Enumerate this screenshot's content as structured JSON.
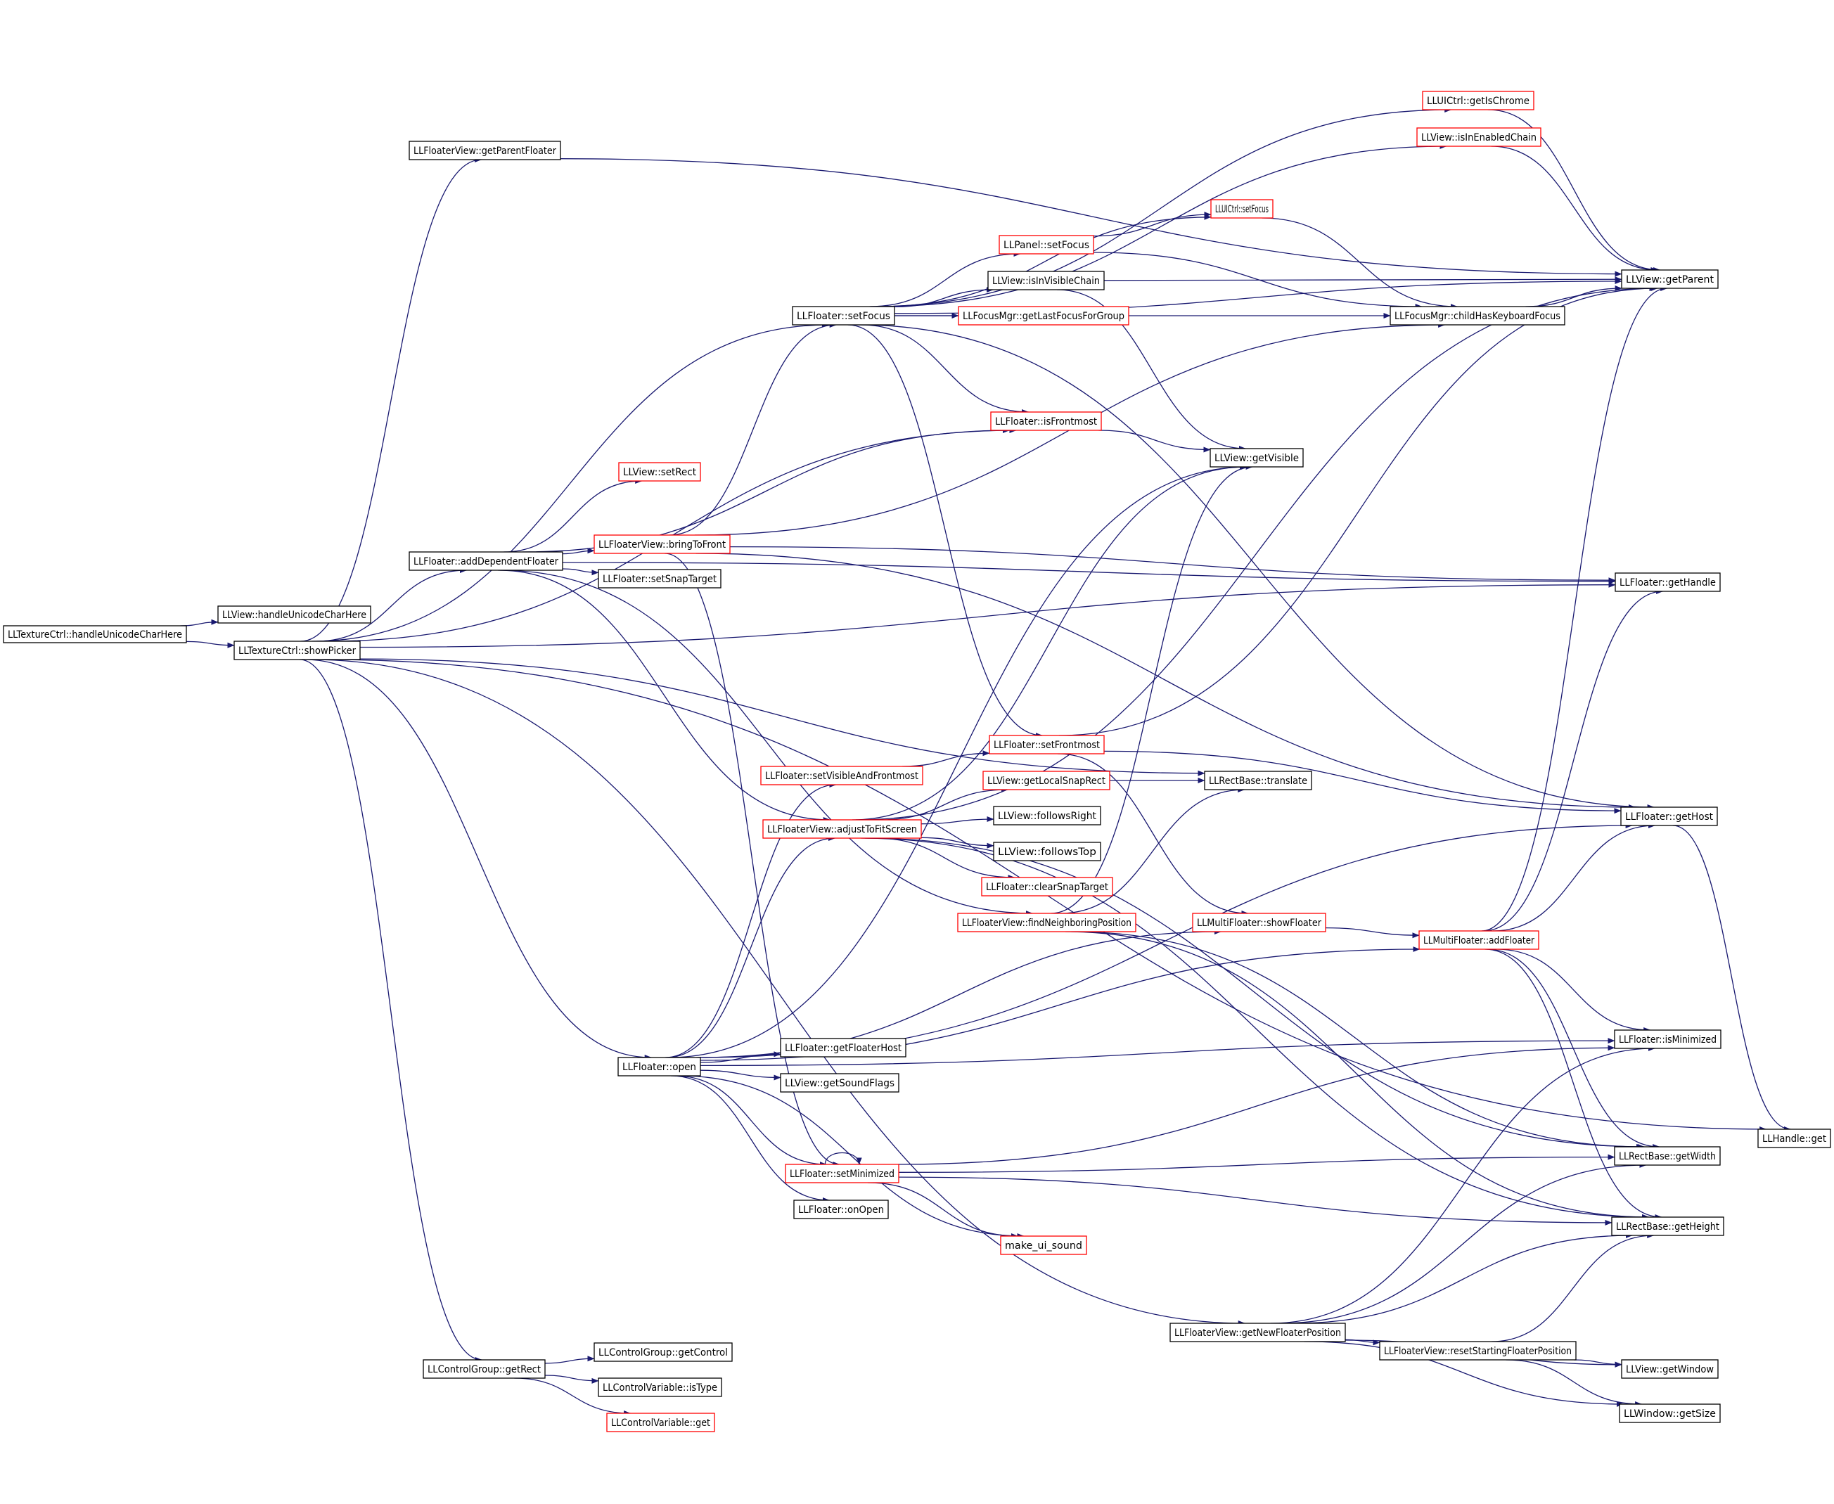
{
  "colors": {
    "edge": "#191970",
    "node_border_default": "#000000",
    "node_border_truncated": "#ff0000",
    "root_fill": "#bfbfbf",
    "node_fill": "#ffffff"
  },
  "nodes": [
    {
      "id": "n0",
      "label": "LLTextureCtrl::handleUnicodeCharHere",
      "style": "root"
    },
    {
      "id": "n1",
      "label": "LLView::handleUnicodeCharHere",
      "style": "normal"
    },
    {
      "id": "n2",
      "label": "LLTextureCtrl::showPicker",
      "style": "normal"
    },
    {
      "id": "n3",
      "label": "LLFloaterView::getParentFloater",
      "style": "normal"
    },
    {
      "id": "n4",
      "label": "LLFloater::addDependentFloater",
      "style": "normal"
    },
    {
      "id": "n5",
      "label": "LLFloater::setFocus",
      "style": "normal"
    },
    {
      "id": "n6",
      "label": "LLUICtrl::getIsChrome",
      "style": "truncated"
    },
    {
      "id": "n7",
      "label": "LLView::isInEnabledChain",
      "style": "truncated"
    },
    {
      "id": "n8",
      "label": "LLUICtrl::setFocus",
      "style": "truncated"
    },
    {
      "id": "n9",
      "label": "LLPanel::setFocus",
      "style": "truncated"
    },
    {
      "id": "n10",
      "label": "LLView::isInVisibleChain",
      "style": "normal"
    },
    {
      "id": "n11",
      "label": "LLFocusMgr::getLastFocusForGroup",
      "style": "truncated"
    },
    {
      "id": "n12",
      "label": "LLFocusMgr::childHasKeyboardFocus",
      "style": "normal"
    },
    {
      "id": "n13",
      "label": "LLView::getParent",
      "style": "normal"
    },
    {
      "id": "n14",
      "label": "LLFloater::isFrontmost",
      "style": "truncated"
    },
    {
      "id": "n15",
      "label": "LLView::getVisible",
      "style": "normal"
    },
    {
      "id": "n16",
      "label": "LLView::setRect",
      "style": "truncated"
    },
    {
      "id": "n17",
      "label": "LLFloaterView::bringToFront",
      "style": "truncated"
    },
    {
      "id": "n18",
      "label": "LLFloater::setSnapTarget",
      "style": "normal"
    },
    {
      "id": "n19",
      "label": "LLFloater::getHandle",
      "style": "normal"
    },
    {
      "id": "n20",
      "label": "LLFloater::setFrontmost",
      "style": "truncated"
    },
    {
      "id": "n21",
      "label": "LLFloater::setVisibleAndFrontmost",
      "style": "truncated"
    },
    {
      "id": "n22",
      "label": "LLView::getLocalSnapRect",
      "style": "truncated"
    },
    {
      "id": "n23",
      "label": "LLRectBase::translate",
      "style": "normal"
    },
    {
      "id": "n24",
      "label": "LLFloaterView::adjustToFitScreen",
      "style": "truncated"
    },
    {
      "id": "n25",
      "label": "LLView::followsRight",
      "style": "normal"
    },
    {
      "id": "n26",
      "label": "LLView::followsTop",
      "style": "normal"
    },
    {
      "id": "n27",
      "label": "LLFloater::clearSnapTarget",
      "style": "truncated"
    },
    {
      "id": "n28",
      "label": "LLFloater::getHost",
      "style": "normal"
    },
    {
      "id": "n29",
      "label": "LLFloaterView::findNeighboringPosition",
      "style": "truncated"
    },
    {
      "id": "n30",
      "label": "LLMultiFloater::showFloater",
      "style": "truncated"
    },
    {
      "id": "n31",
      "label": "LLMultiFloater::addFloater",
      "style": "truncated"
    },
    {
      "id": "n32",
      "label": "LLFloater::isMinimized",
      "style": "normal"
    },
    {
      "id": "n33",
      "label": "LLFloater::open",
      "style": "normal"
    },
    {
      "id": "n34",
      "label": "LLFloater::getFloaterHost",
      "style": "normal"
    },
    {
      "id": "n35",
      "label": "LLView::getSoundFlags",
      "style": "normal"
    },
    {
      "id": "n36",
      "label": "LLHandle::get",
      "style": "normal"
    },
    {
      "id": "n37",
      "label": "LLRectBase::getWidth",
      "style": "normal"
    },
    {
      "id": "n38",
      "label": "LLFloater::setMinimized",
      "style": "truncated"
    },
    {
      "id": "n39",
      "label": "LLFloater::onOpen",
      "style": "normal"
    },
    {
      "id": "n40",
      "label": "LLRectBase::getHeight",
      "style": "normal"
    },
    {
      "id": "n41",
      "label": "make_ui_sound",
      "style": "truncated"
    },
    {
      "id": "n42",
      "label": "LLFloaterView::getNewFloaterPosition",
      "style": "normal"
    },
    {
      "id": "n43",
      "label": "LLFloaterView::resetStartingFloaterPosition",
      "style": "normal"
    },
    {
      "id": "n44",
      "label": "LLControlGroup::getControl",
      "style": "normal"
    },
    {
      "id": "n45",
      "label": "LLControlGroup::getRect",
      "style": "normal"
    },
    {
      "id": "n46",
      "label": "LLView::getWindow",
      "style": "normal"
    },
    {
      "id": "n47",
      "label": "LLControlVariable::isType",
      "style": "normal"
    },
    {
      "id": "n48",
      "label": "LLWindow::getSize",
      "style": "normal"
    },
    {
      "id": "n49",
      "label": "LLControlVariable::get",
      "style": "truncated"
    }
  ],
  "edges": [
    [
      "n0",
      "n1"
    ],
    [
      "n0",
      "n2"
    ],
    [
      "n2",
      "n3"
    ],
    [
      "n2",
      "n4"
    ],
    [
      "n2",
      "n5"
    ],
    [
      "n2",
      "n14"
    ],
    [
      "n2",
      "n23"
    ],
    [
      "n2",
      "n19"
    ],
    [
      "n2",
      "n33"
    ],
    [
      "n2",
      "n45"
    ],
    [
      "n2",
      "n42"
    ],
    [
      "n2",
      "n36"
    ],
    [
      "n3",
      "n13"
    ],
    [
      "n4",
      "n14"
    ],
    [
      "n4",
      "n16"
    ],
    [
      "n4",
      "n17"
    ],
    [
      "n4",
      "n18"
    ],
    [
      "n4",
      "n19"
    ],
    [
      "n4",
      "n24"
    ],
    [
      "n4",
      "n29"
    ],
    [
      "n5",
      "n6"
    ],
    [
      "n5",
      "n7"
    ],
    [
      "n5",
      "n8"
    ],
    [
      "n5",
      "n9"
    ],
    [
      "n5",
      "n10"
    ],
    [
      "n5",
      "n11"
    ],
    [
      "n5",
      "n12"
    ],
    [
      "n5",
      "n13"
    ],
    [
      "n5",
      "n14"
    ],
    [
      "n5",
      "n20"
    ],
    [
      "n5",
      "n28"
    ],
    [
      "n9",
      "n8"
    ],
    [
      "n9",
      "n12"
    ],
    [
      "n8",
      "n12"
    ],
    [
      "n6",
      "n13"
    ],
    [
      "n7",
      "n13"
    ],
    [
      "n10",
      "n13"
    ],
    [
      "n10",
      "n15"
    ],
    [
      "n12",
      "n13"
    ],
    [
      "n14",
      "n15"
    ],
    [
      "n17",
      "n5"
    ],
    [
      "n17",
      "n12"
    ],
    [
      "n17",
      "n19"
    ],
    [
      "n17",
      "n28"
    ],
    [
      "n17",
      "n38"
    ],
    [
      "n20",
      "n13"
    ],
    [
      "n20",
      "n28"
    ],
    [
      "n20",
      "n30"
    ],
    [
      "n21",
      "n20"
    ],
    [
      "n22",
      "n23"
    ],
    [
      "n24",
      "n15"
    ],
    [
      "n24",
      "n13"
    ],
    [
      "n24",
      "n22"
    ],
    [
      "n24",
      "n25"
    ],
    [
      "n24",
      "n26"
    ],
    [
      "n24",
      "n27"
    ],
    [
      "n24",
      "n37"
    ],
    [
      "n24",
      "n40"
    ],
    [
      "n29",
      "n15"
    ],
    [
      "n29",
      "n23"
    ],
    [
      "n29",
      "n37"
    ],
    [
      "n29",
      "n40"
    ],
    [
      "n30",
      "n31"
    ],
    [
      "n31",
      "n13"
    ],
    [
      "n31",
      "n19"
    ],
    [
      "n31",
      "n28"
    ],
    [
      "n31",
      "n32"
    ],
    [
      "n31",
      "n37"
    ],
    [
      "n31",
      "n40"
    ],
    [
      "n33",
      "n15"
    ],
    [
      "n33",
      "n21"
    ],
    [
      "n33",
      "n24"
    ],
    [
      "n33",
      "n28"
    ],
    [
      "n33",
      "n31"
    ],
    [
      "n33",
      "n30"
    ],
    [
      "n33",
      "n34"
    ],
    [
      "n33",
      "n35"
    ],
    [
      "n33",
      "n38"
    ],
    [
      "n33",
      "n39"
    ],
    [
      "n33",
      "n41"
    ],
    [
      "n33",
      "n32"
    ],
    [
      "n38",
      "n38"
    ],
    [
      "n38",
      "n32"
    ],
    [
      "n38",
      "n37"
    ],
    [
      "n38",
      "n40"
    ],
    [
      "n38",
      "n41"
    ],
    [
      "n28",
      "n36"
    ],
    [
      "n42",
      "n32"
    ],
    [
      "n42",
      "n37"
    ],
    [
      "n42",
      "n40"
    ],
    [
      "n42",
      "n43"
    ],
    [
      "n42",
      "n46"
    ],
    [
      "n42",
      "n48"
    ],
    [
      "n43",
      "n46"
    ],
    [
      "n43",
      "n48"
    ],
    [
      "n43",
      "n40"
    ],
    [
      "n45",
      "n44"
    ],
    [
      "n45",
      "n47"
    ],
    [
      "n45",
      "n49"
    ]
  ]
}
